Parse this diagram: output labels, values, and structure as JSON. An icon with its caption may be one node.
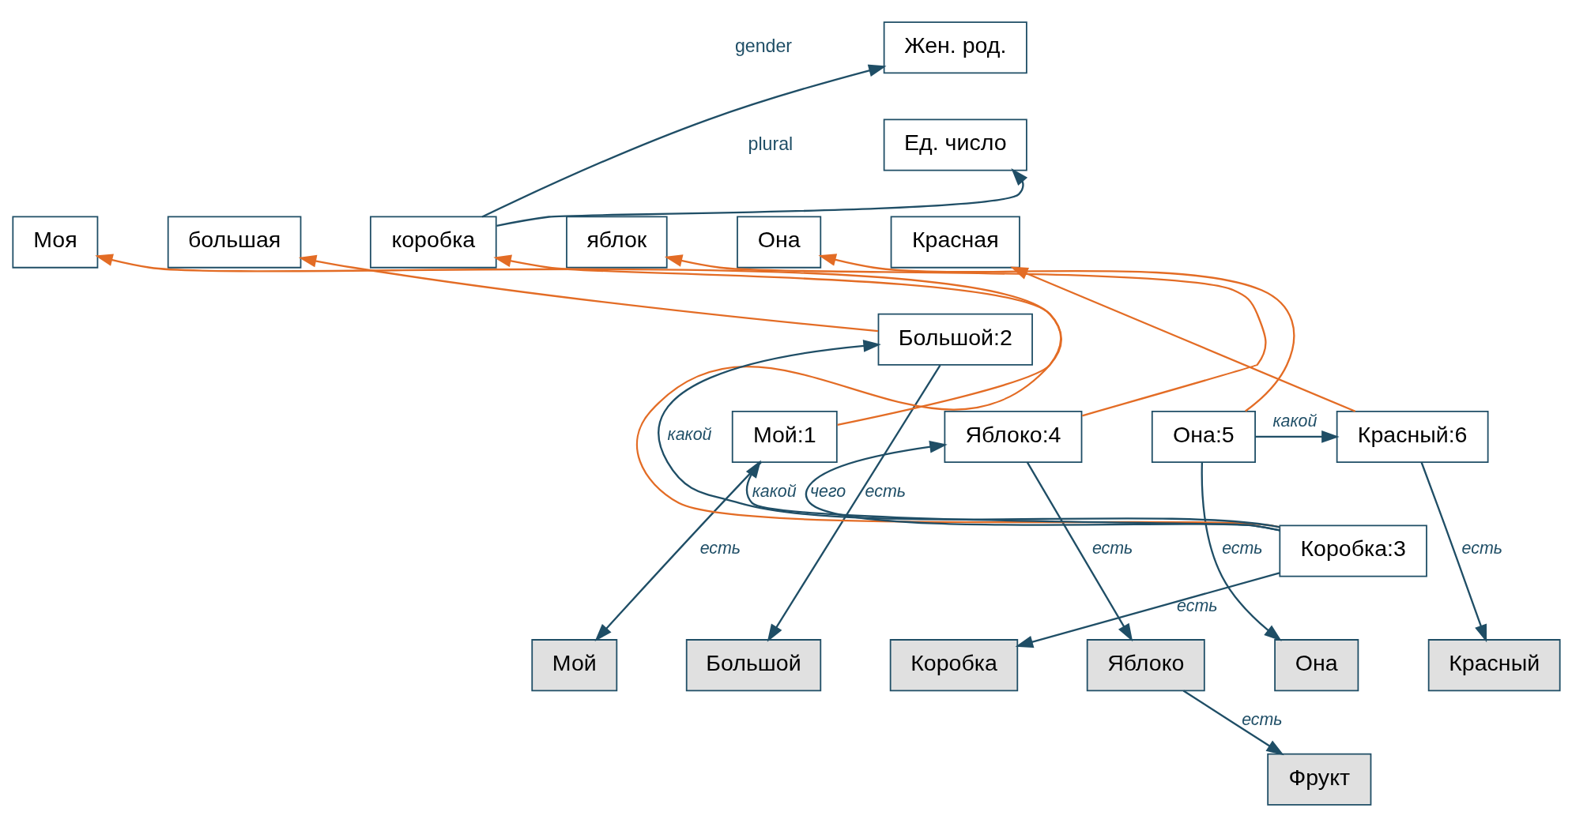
{
  "diagram": {
    "nodes": [
      {
        "text": [
          "Жен. род."
        ]
      },
      {
        "text": [
          "Ед. число"
        ]
      },
      {
        "text": [
          "Моя"
        ]
      },
      {
        "text": [
          "большая"
        ]
      },
      {
        "text": [
          "коробка"
        ]
      },
      {
        "text": [
          "яблок"
        ]
      },
      {
        "text": [
          "Она"
        ]
      },
      {
        "text": [
          "Красная"
        ]
      },
      {
        "text": [
          "Большой:2"
        ]
      },
      {
        "text": [
          "Мой:1"
        ]
      },
      {
        "text": [
          "Яблоко:4"
        ]
      },
      {
        "text": [
          "Она:5"
        ]
      },
      {
        "text": [
          "Красный:6"
        ]
      },
      {
        "text": [
          "Коробка:3"
        ]
      },
      {
        "text": [
          "Мой"
        ]
      },
      {
        "text": [
          "Большой"
        ]
      },
      {
        "text": [
          "Коробка"
        ]
      },
      {
        "text": [
          "Яблоко"
        ]
      },
      {
        "text": [
          "Она"
        ]
      },
      {
        "text": [
          "Красный"
        ]
      },
      {
        "text": [
          "Фрукт"
        ]
      }
    ],
    "edges": [
      {
        "from": 4,
        "to": 0,
        "arrow": "to"
      },
      {
        "from": 4,
        "to": 1,
        "arrow": "to"
      },
      {
        "from": 9,
        "to": 2,
        "arrow": "to",
        "color": "#e36c25"
      },
      {
        "from": 8,
        "to": 3,
        "arrow": "to",
        "color": "#e36c25"
      },
      {
        "from": 13,
        "to": 4,
        "arrow": "to",
        "color": "#e36c25"
      },
      {
        "from": 10,
        "to": 5,
        "arrow": "to",
        "color": "#e36c25"
      },
      {
        "from": 11,
        "to": 6,
        "arrow": "to",
        "color": "#e36c25"
      },
      {
        "from": 12,
        "to": 7,
        "arrow": "to",
        "color": "#e36c25"
      },
      {
        "from": 13,
        "to": 8,
        "label": "какой",
        "arrow": "to"
      },
      {
        "from": 13,
        "to": 9,
        "label": "какой",
        "arrow": "to"
      },
      {
        "from": 13,
        "to": 10,
        "label": "чего",
        "arrow": "to"
      },
      {
        "from": 11,
        "to": 12,
        "label": "какой",
        "arrow": "to"
      },
      {
        "from": 9,
        "to": 14,
        "label": "есть",
        "arrow": "to"
      },
      {
        "from": 8,
        "to": 15,
        "label": "есть",
        "arrow": "to"
      },
      {
        "from": 13,
        "to": 16,
        "label": "есть",
        "arrow": "to"
      },
      {
        "from": 10,
        "to": 17,
        "label": "есть",
        "arrow": "to"
      },
      {
        "from": 11,
        "to": 18,
        "label": "есть",
        "arrow": "to"
      },
      {
        "from": 12,
        "to": 19,
        "label": "есть",
        "arrow": "to"
      },
      {
        "from": 17,
        "to": 20,
        "label": "есть",
        "arrow": "to"
      }
    ],
    "labels": [
      "gender",
      "plural"
    ]
  }
}
